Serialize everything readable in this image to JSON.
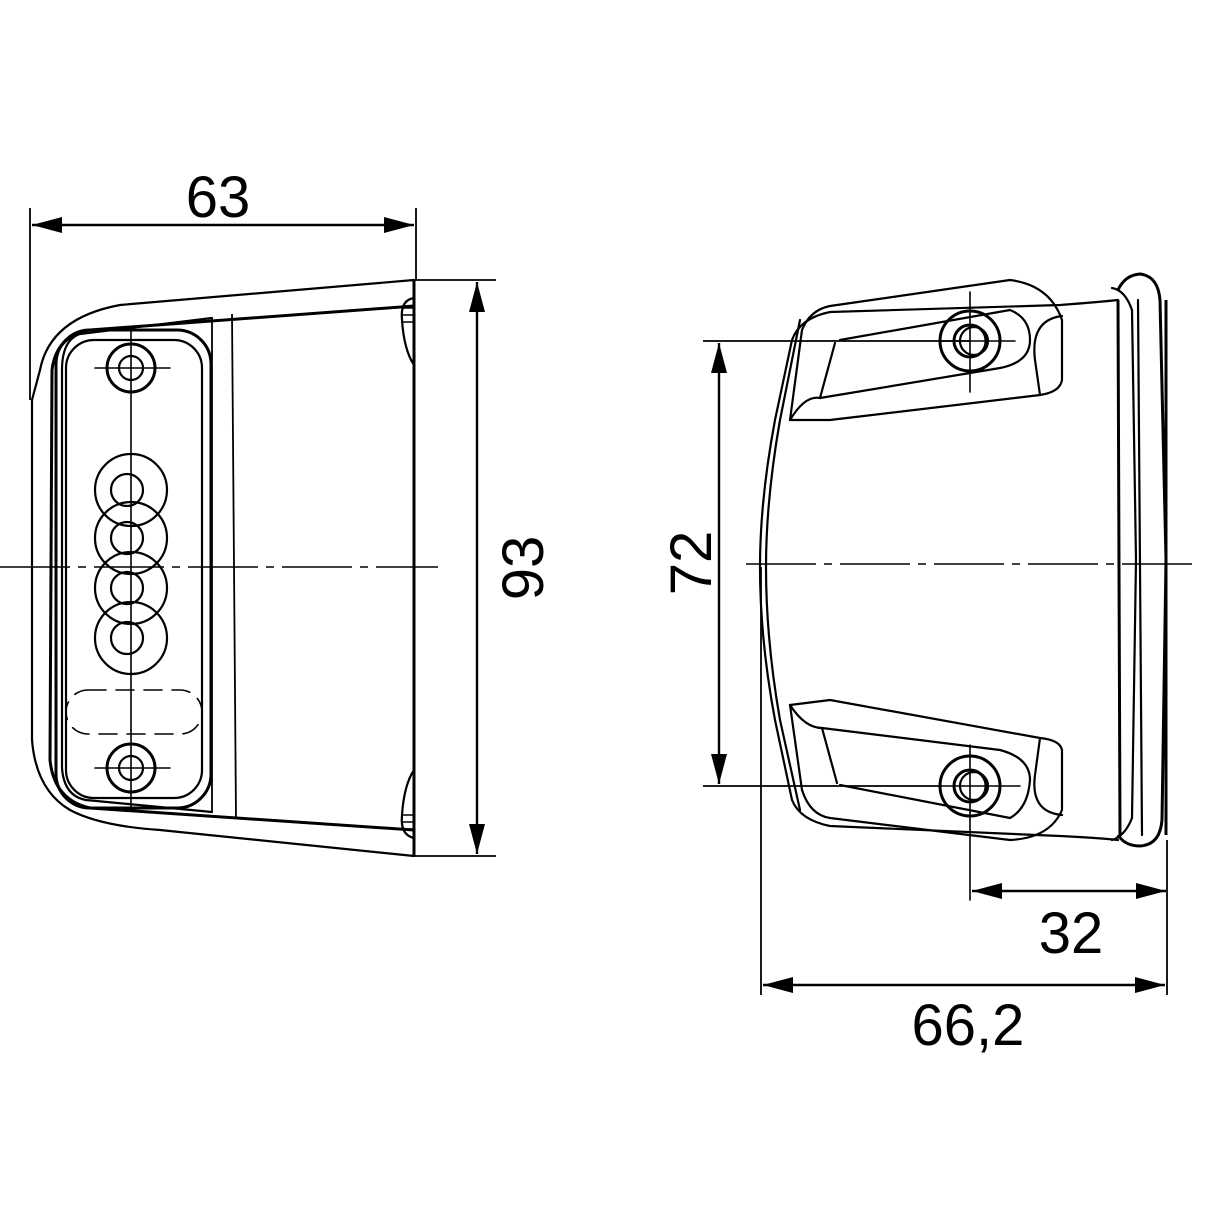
{
  "drawing": {
    "type": "technical-dimension-drawing",
    "subject": "LED licence plate lamp",
    "units": "mm",
    "views": [
      {
        "name": "front-view",
        "dimensions": {
          "width": "63",
          "height": "93"
        },
        "features": [
          "2 mounting screws (Torx)",
          "4 LEDs",
          "lens window",
          "mounting base"
        ]
      },
      {
        "name": "side-view",
        "dimensions": {
          "hole_spacing": "72",
          "hole_offset": "32",
          "depth": "66,2"
        },
        "features": [
          "2 mounting holes",
          "housing",
          "base flange"
        ]
      }
    ]
  },
  "labels": {
    "dim_63": "63",
    "dim_93": "93",
    "dim_72": "72",
    "dim_32": "32",
    "dim_66_2": "66,2"
  },
  "colors": {
    "line": "#000000",
    "background": "#ffffff"
  }
}
